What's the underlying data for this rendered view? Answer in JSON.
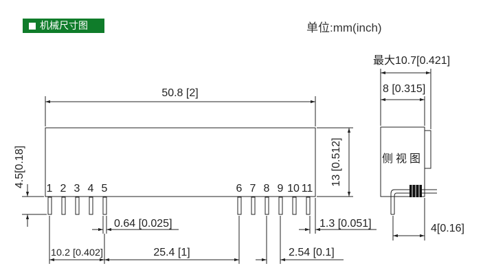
{
  "header": {
    "section_title": "机械尺寸图",
    "unit_label": "单位:mm(inch)"
  },
  "front_view": {
    "dim_length": "50.8 [2]",
    "dim_height": "13 [0.512]",
    "dim_pin_length": "4.5[0.18]",
    "dim_pin_width": "0.64 [0.025]",
    "dim_first_pin_offset": "10.2 [0.402]",
    "dim_pin_group_gap": "25.4 [1]",
    "dim_pin_pitch": "2.54 [0.1]",
    "dim_end_offset": "1.3 [0.051]",
    "pin_labels": [
      "1",
      "2",
      "3",
      "4",
      "5",
      "6",
      "7",
      "8",
      "9",
      "10",
      "11"
    ]
  },
  "side_view": {
    "dim_max_width": "最大10.7[0.421]",
    "dim_body_width": "8 [0.315]",
    "dim_pin_offset": "4[0.16]",
    "label": "侧视图"
  }
}
